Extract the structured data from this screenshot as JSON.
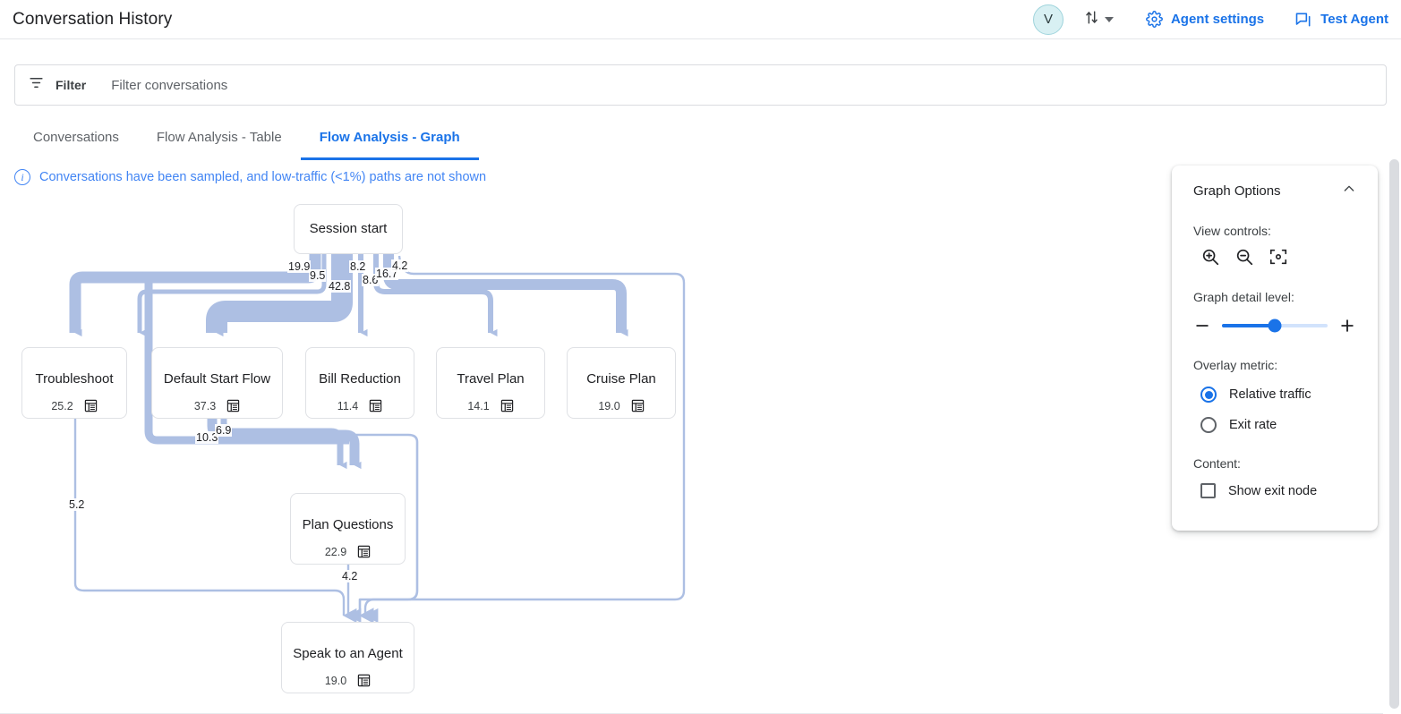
{
  "header": {
    "title": "Conversation History",
    "avatar_initial": "V",
    "swap_icon": "swap-vertical-icon",
    "caret_icon": "chevron-down-icon",
    "agent_settings_label": "Agent settings",
    "agent_settings_icon": "gear-icon",
    "test_agent_label": "Test Agent",
    "test_agent_icon": "chat-bubbles-icon"
  },
  "filter": {
    "icon": "filter-icon",
    "label": "Filter",
    "placeholder": "Filter conversations"
  },
  "tabs": [
    {
      "label": "Conversations",
      "active": false
    },
    {
      "label": "Flow Analysis - Table",
      "active": false
    },
    {
      "label": "Flow Analysis - Graph",
      "active": true
    }
  ],
  "banner": {
    "icon": "info-icon",
    "text": "Conversations have been sampled, and low-traffic (<1%) paths are not shown"
  },
  "graph": {
    "nodes": [
      {
        "id": "session_start",
        "title": "Session start",
        "metric": "",
        "has_icon": false
      },
      {
        "id": "troubleshoot",
        "title": "Troubleshoot",
        "metric": "25.2",
        "has_icon": true
      },
      {
        "id": "default_start_flow",
        "title": "Default Start Flow",
        "metric": "37.3",
        "has_icon": true
      },
      {
        "id": "bill_reduction",
        "title": "Bill Reduction",
        "metric": "11.4",
        "has_icon": true
      },
      {
        "id": "travel_plan",
        "title": "Travel Plan",
        "metric": "14.1",
        "has_icon": true
      },
      {
        "id": "cruise_plan",
        "title": "Cruise Plan",
        "metric": "19.0",
        "has_icon": true
      },
      {
        "id": "plan_questions",
        "title": "Plan Questions",
        "metric": "22.9",
        "has_icon": true
      },
      {
        "id": "speak_to_an_agent",
        "title": "Speak to an Agent",
        "metric": "19.0",
        "has_icon": true
      }
    ],
    "edge_labels": [
      "19.9",
      "9.5",
      "42.8",
      "8.2",
      "8.6",
      "16.7",
      "4.2",
      "10.3",
      "6.9",
      "5.2",
      "4.2"
    ],
    "node_detail_icon": "list-table-icon"
  },
  "chart_data": {
    "type": "diagram",
    "title": "Flow Analysis - Graph",
    "metric_label": "Relative traffic",
    "nodes": [
      {
        "name": "Session start",
        "value": null
      },
      {
        "name": "Troubleshoot",
        "value": 25.2
      },
      {
        "name": "Default Start Flow",
        "value": 37.3
      },
      {
        "name": "Bill Reduction",
        "value": 11.4
      },
      {
        "name": "Travel Plan",
        "value": 14.1
      },
      {
        "name": "Cruise Plan",
        "value": 19.0
      },
      {
        "name": "Plan Questions",
        "value": 22.9
      },
      {
        "name": "Speak to an Agent",
        "value": 19.0
      }
    ],
    "edges": [
      {
        "from": "Session start",
        "to": "Troubleshoot",
        "value": 19.9
      },
      {
        "from": "Session start",
        "to": "Default Start Flow",
        "value": 9.5
      },
      {
        "from": "Session start",
        "to": "Default Start Flow",
        "value": 42.8
      },
      {
        "from": "Session start",
        "to": "Bill Reduction",
        "value": 8.2
      },
      {
        "from": "Session start",
        "to": "Travel Plan",
        "value": 8.6
      },
      {
        "from": "Session start",
        "to": "Cruise Plan",
        "value": 16.7
      },
      {
        "from": "Session start",
        "to": "Speak to an Agent",
        "value": 4.2
      },
      {
        "from": "Default Start Flow",
        "to": "Plan Questions",
        "value": 10.3
      },
      {
        "from": "Default Start Flow",
        "to": "Plan Questions",
        "value": 6.9
      },
      {
        "from": "Troubleshoot",
        "to": "Speak to an Agent",
        "value": 5.2
      },
      {
        "from": "Plan Questions",
        "to": "Speak to an Agent",
        "value": 4.2
      }
    ]
  },
  "options": {
    "title": "Graph Options",
    "collapse_icon": "chevron-up-icon",
    "view_controls_label": "View controls:",
    "view_controls": [
      {
        "name": "zoom-in-icon"
      },
      {
        "name": "zoom-out-icon"
      },
      {
        "name": "fit-to-screen-icon"
      }
    ],
    "detail_level_label": "Graph detail level:",
    "detail_minus_icon": "minus-icon",
    "detail_plus_icon": "plus-icon",
    "detail_value_pct": 50,
    "overlay_metric_label": "Overlay metric:",
    "overlay_options": [
      {
        "label": "Relative traffic",
        "selected": true
      },
      {
        "label": "Exit rate",
        "selected": false
      }
    ],
    "content_label": "Content:",
    "show_exit_node_label": "Show exit node",
    "show_exit_node_checked": false
  },
  "colors": {
    "accent": "#1a73e8",
    "flow_band": "#adbfe3",
    "node_border": "#dfe1e5",
    "avatar_bg": "#d8f0f3"
  }
}
